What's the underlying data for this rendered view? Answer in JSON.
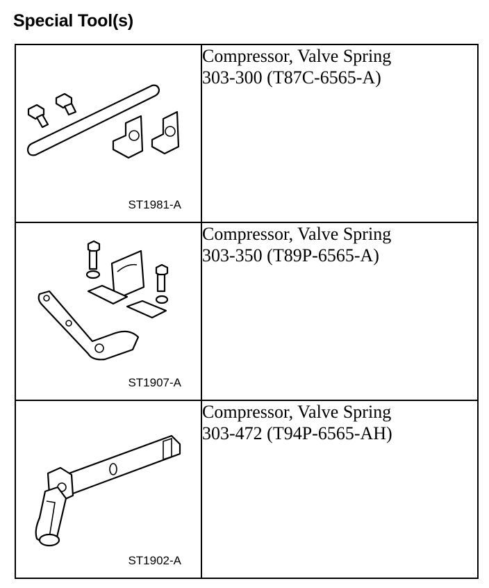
{
  "page": {
    "title": "Special Tool(s)"
  },
  "tools": [
    {
      "name": "Compressor, Valve Spring",
      "number": "303-300 (T87C-6565-A)",
      "figure_code": "ST1981-A"
    },
    {
      "name": "Compressor, Valve Spring",
      "number": "303-350 (T89P-6565-A)",
      "figure_code": "ST1907-A"
    },
    {
      "name": "Compressor, Valve Spring",
      "number": "303-472 (T94P-6565-AH)",
      "figure_code": "ST1902-A"
    }
  ]
}
